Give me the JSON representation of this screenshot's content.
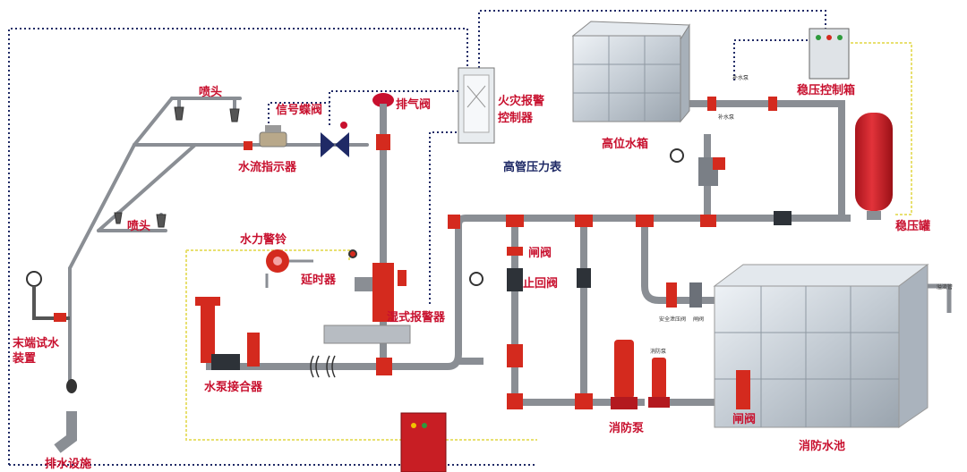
{
  "labels": {
    "sprinkler_head_top": "喷头",
    "sprinkler_head_mid": "喷头",
    "signal_butterfly_valve": "信号蝶阀",
    "water_flow_indicator": "水流指示器",
    "exhaust_valve": "排气阀",
    "fire_alarm_controller": "火灾报警\n控制器",
    "high_tank": "高位水箱",
    "pressure_control_box": "稳压控制箱",
    "high_pipe_gauge": "高管压力表",
    "water_motor_alarm_bell": "水力警铃",
    "delay_device": "延时器",
    "wet_alarm_valve": "湿式报警器",
    "end_test_device": "末端试水\n装置",
    "pump_adapter": "水泵接合器",
    "drain_facility": "排水设施",
    "gate_valve_top": "闸阀",
    "check_valve": "止回阀",
    "fire_pump": "消防泵",
    "gate_valve_bottom": "闸阀",
    "fire_pool": "消防水池",
    "surge_tank": "稳压罐"
  },
  "small_labels": {
    "refill_pump_a": "补水泵",
    "refill_pump_b": "补水泵",
    "safety_relief_valve": "安全泄压阀",
    "gate_valve_small": "闸阀",
    "fire_pump_small": "消防泵",
    "overflow_pipe": "溢流管"
  },
  "colors": {
    "label_red": "#c8102e",
    "pipe_gray": "#8a8e94",
    "pipe_red": "#d42a1e",
    "signal_line": "#1f2a66",
    "control_line": "#e8e070",
    "tank_steel": "#c9d3dc"
  }
}
